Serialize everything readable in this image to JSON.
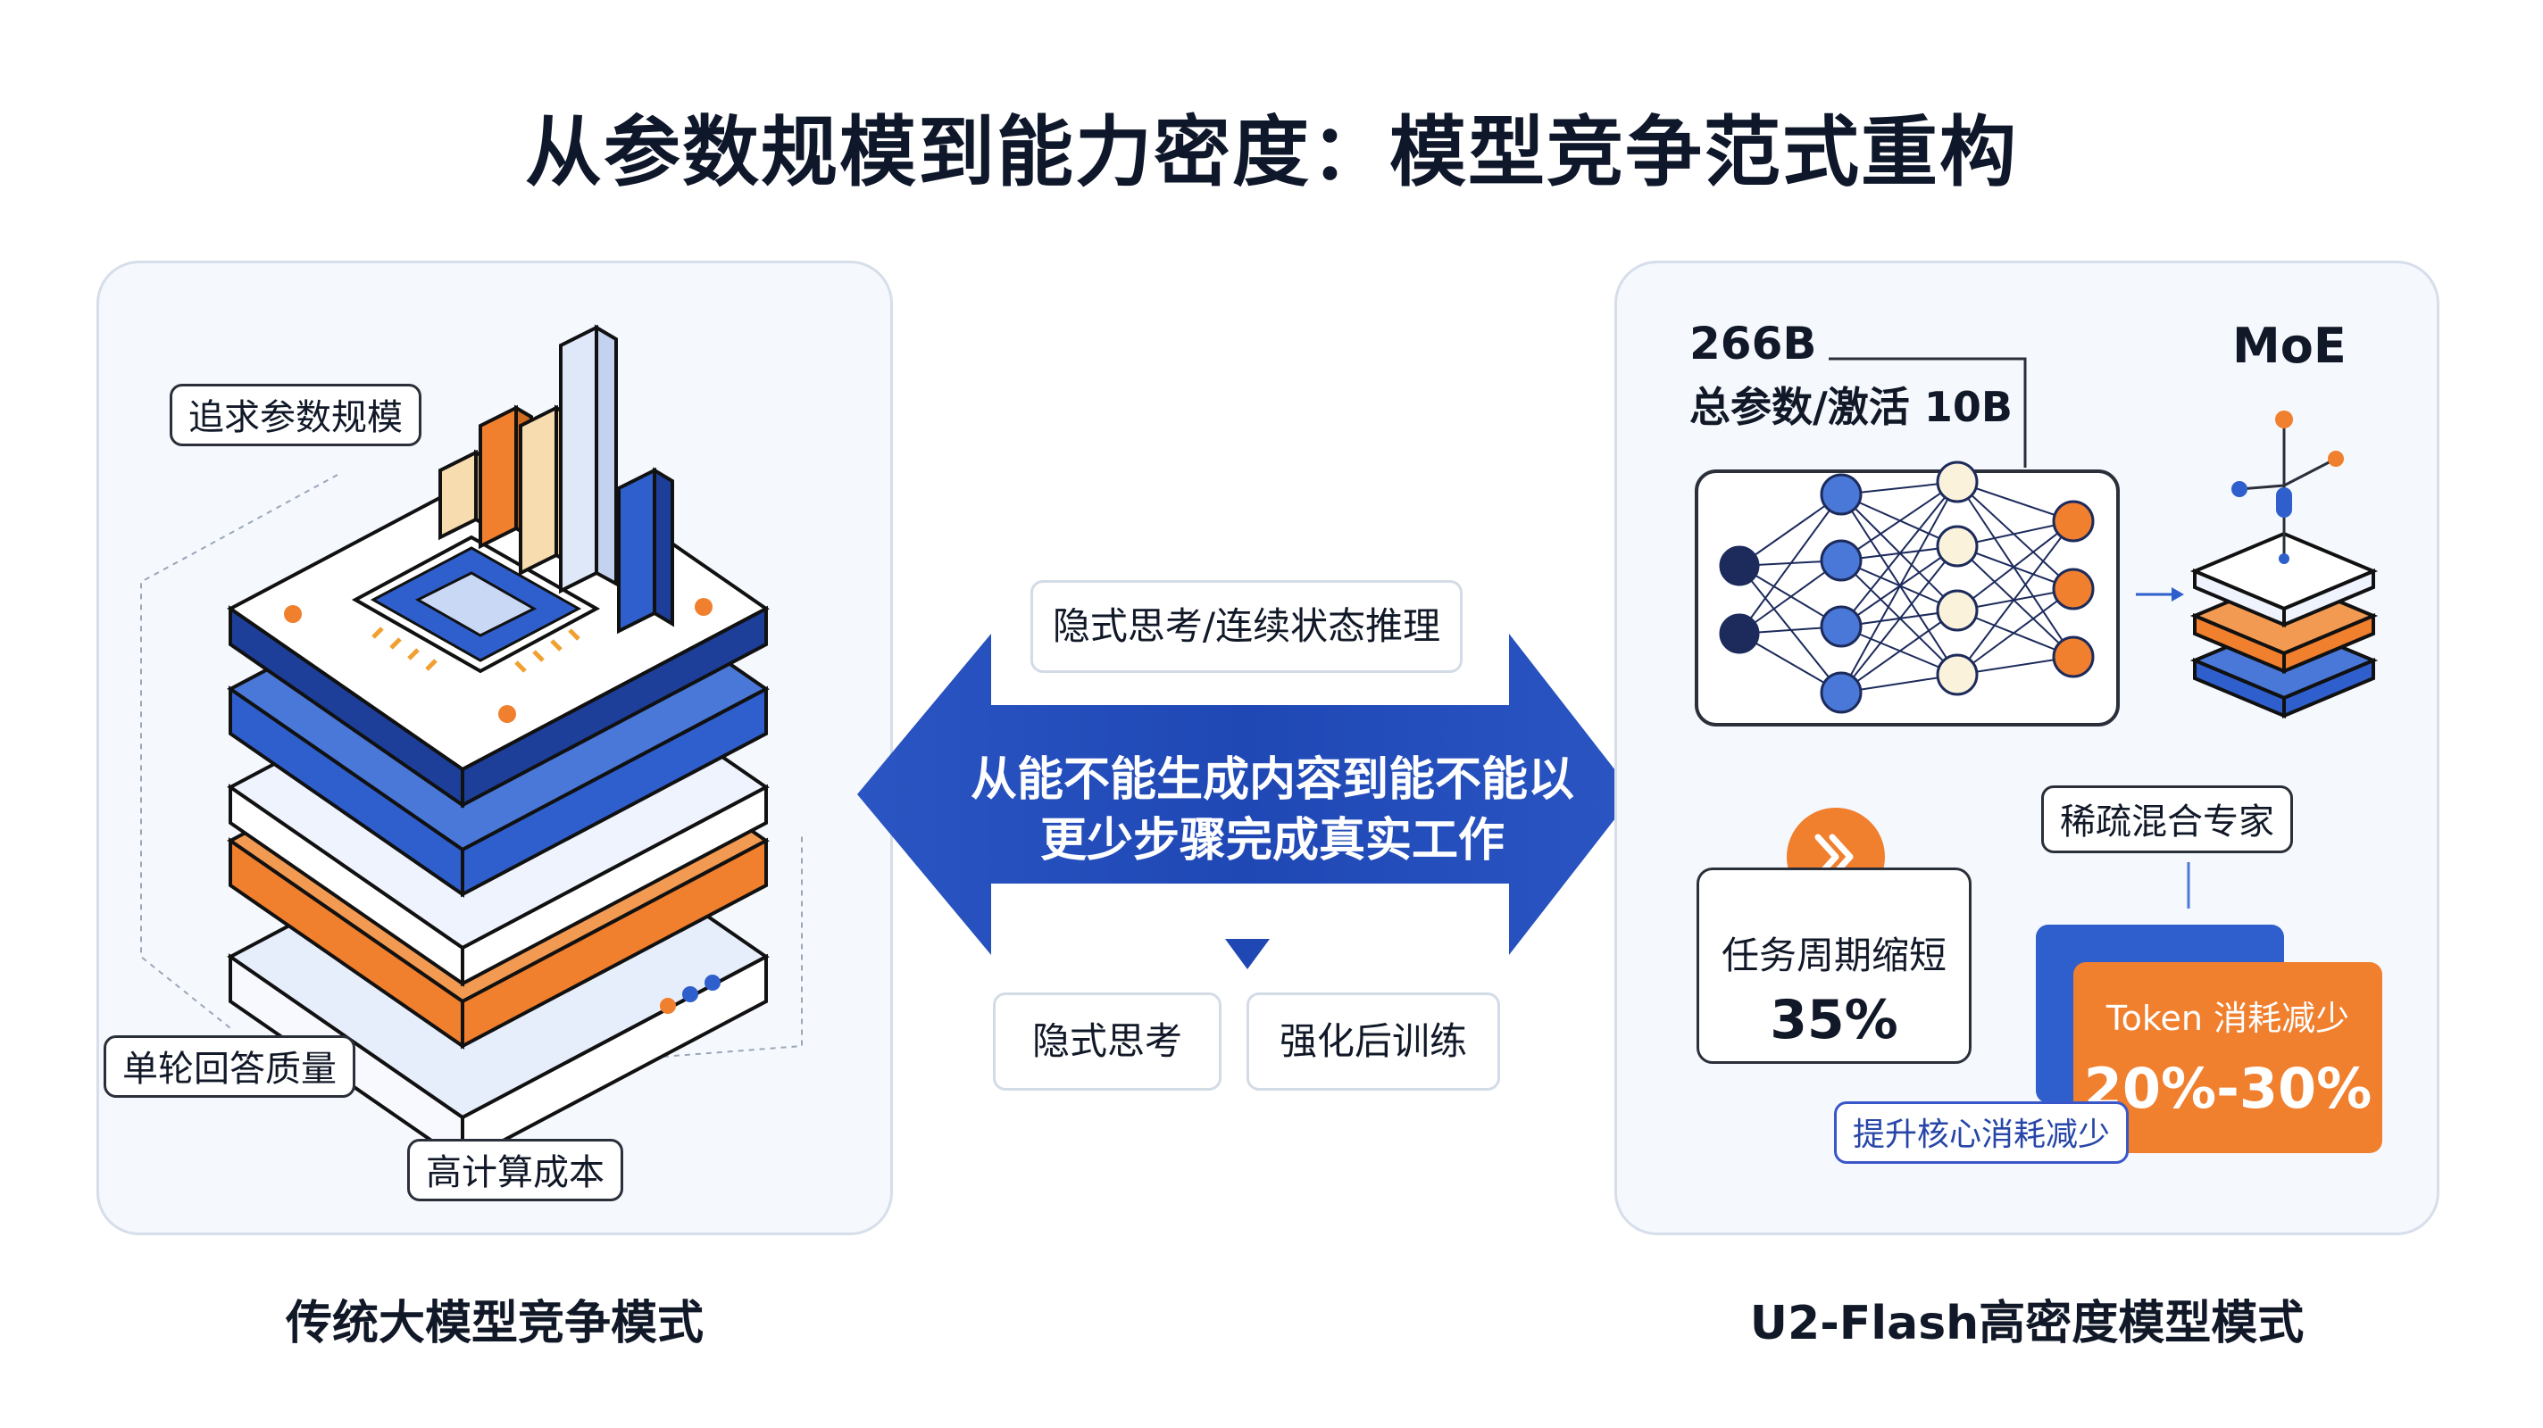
{
  "title": "从参数规模到能力密度：模型竞争范式重构",
  "left": {
    "caption": "传统大模型竞争模式",
    "tags": {
      "scale": "追求参数规模",
      "quality": "单轮回答质量",
      "cost": "高计算成本"
    }
  },
  "center": {
    "top_box": "隐式思考/连续状态推理",
    "arrow_text_line1": "从能不能生成内容到能不能以",
    "arrow_text_line2": "更少步骤完成真实工作",
    "bottom_box_left": "隐式思考",
    "bottom_box_right": "强化后训练"
  },
  "right": {
    "caption": "U2-Flash高密度模型模式",
    "params_total": "266B",
    "params_active": "总参数/激活 10B",
    "moe": "MoE",
    "sparse_expert": "稀疏混合专家",
    "task_label": "任务周期缩短",
    "task_value": "35%",
    "token_label": "Token 消耗减少",
    "token_value": "20%-30%",
    "sub_tag": "提升核心消耗减少"
  },
  "colors": {
    "blue": "#2f5fcc",
    "dark_navy": "#1d2b5c",
    "orange": "#f07f2e",
    "light_blue": "#c9d8f5",
    "cream": "#f7dcb0"
  }
}
